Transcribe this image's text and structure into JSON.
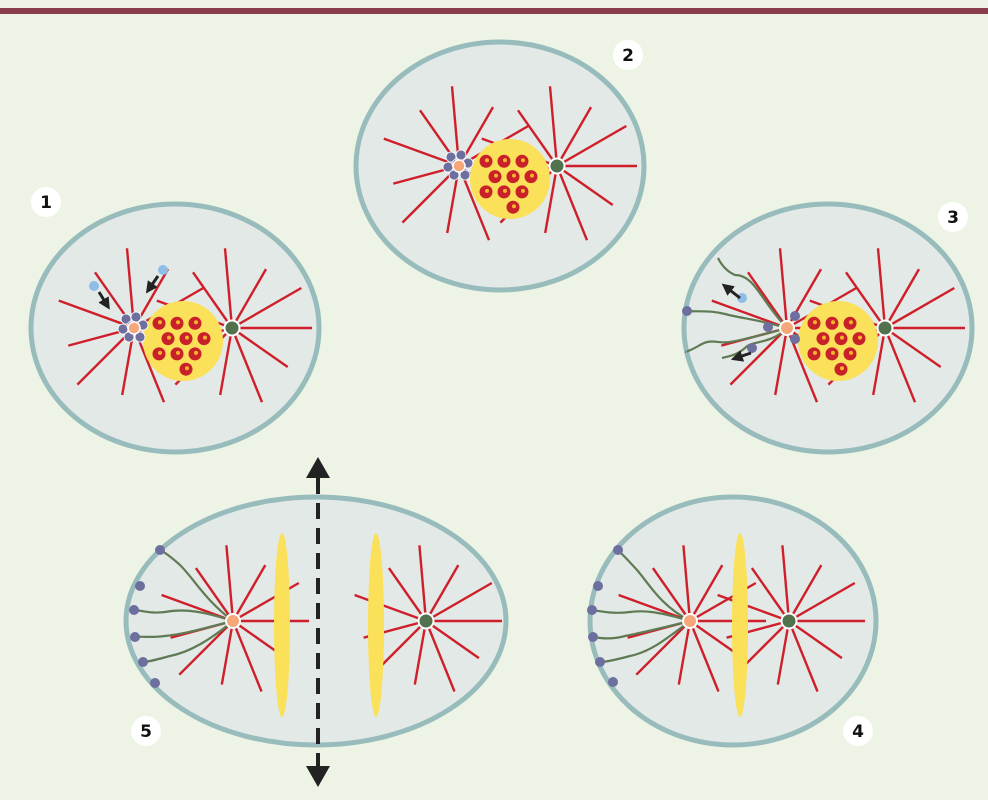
{
  "colors": {
    "background": "#edf4e6",
    "top_bar": "#8a3d4a",
    "cell_fill": "#e2e9e6",
    "cell_border": "#98bcbc",
    "spindle_ray": "#cf1f2a",
    "nucleus": "#fbe05a",
    "chromatin_spot": "#c8212a",
    "spot_mark": "#f5b52a",
    "centrosome_parent": "#f5a77a",
    "centrosome_daughter": "#52714d",
    "protein_dark": "#6d6f9f",
    "protein_light": "#8fbde6",
    "cortical_filament": "#607a53",
    "arrow": "#222222",
    "division_plane": "#fbe05a",
    "label_badge": "#ffffff"
  },
  "icons": [
    "spindle-ray-icon",
    "centrosome-icon",
    "nucleus-icon",
    "protein-particle-icon",
    "arrow-icon",
    "division-axis-arrow-icon"
  ],
  "steps": [
    {
      "label": "1"
    },
    {
      "label": "2"
    },
    {
      "label": "3"
    },
    {
      "label": "4"
    },
    {
      "label": "5"
    }
  ]
}
